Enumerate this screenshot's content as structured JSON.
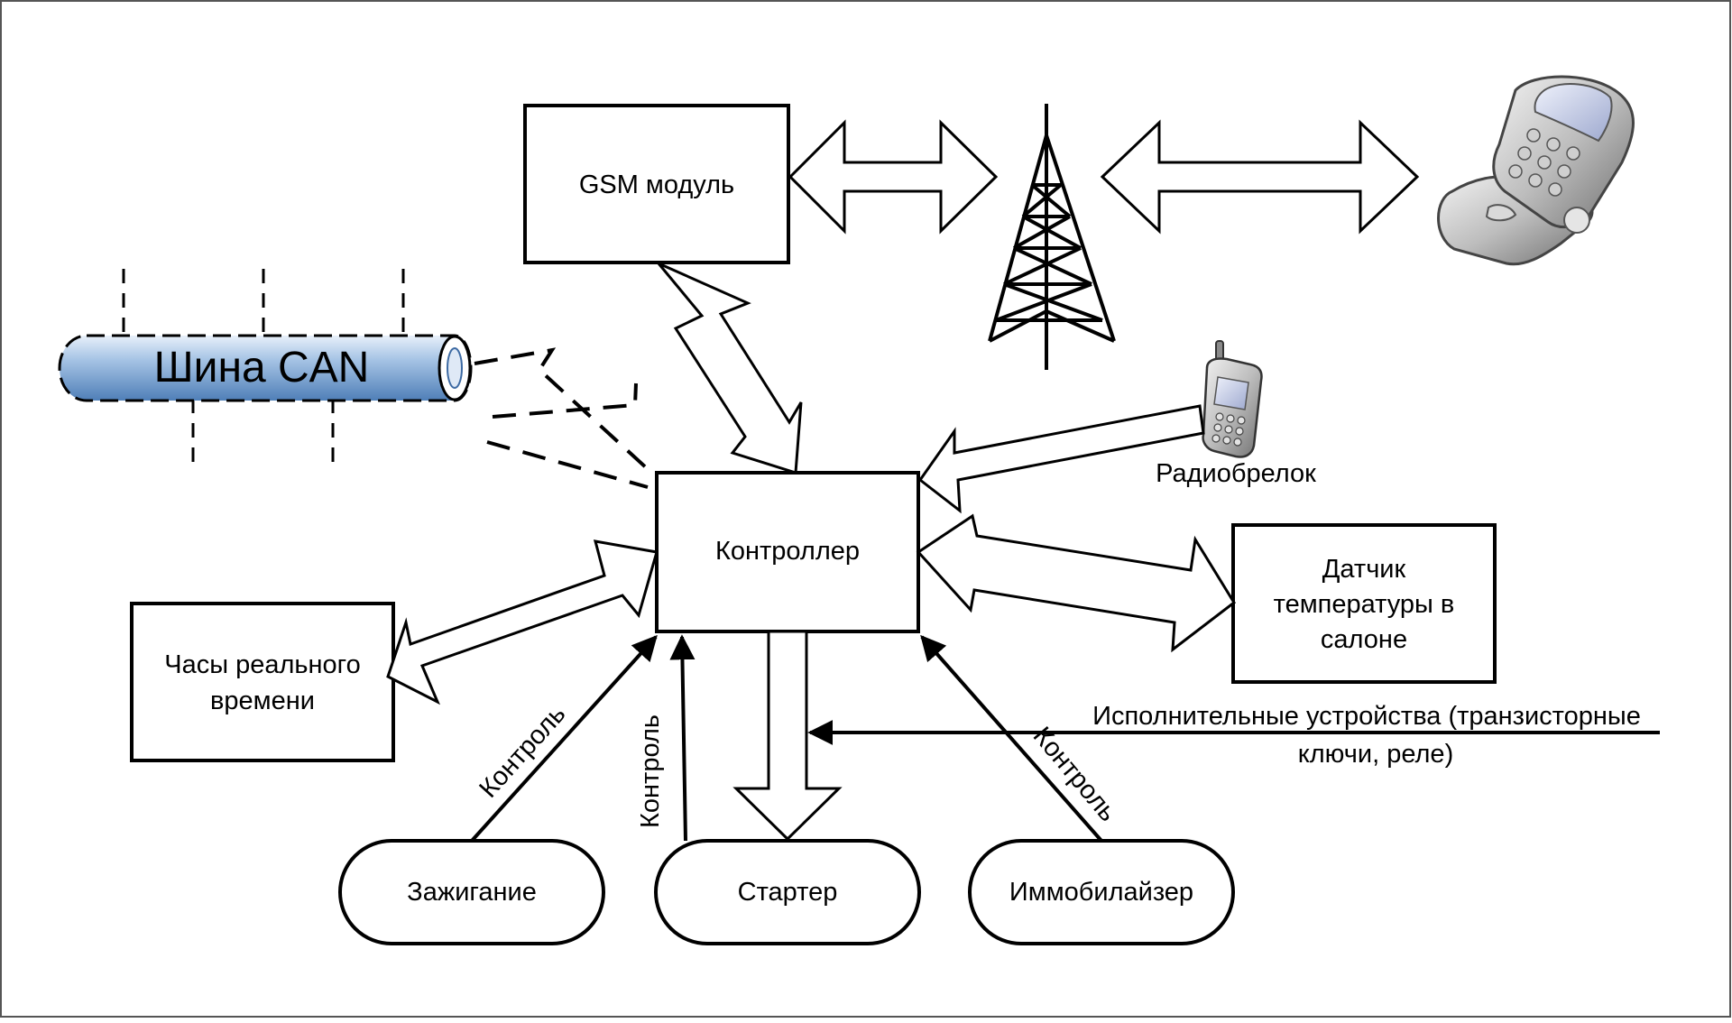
{
  "diagram": {
    "nodes": {
      "gsm": "GSM модуль",
      "can_bus": "Шина CAN",
      "controller": "Контроллер",
      "key_fob": "Радиобрелок",
      "temp_sensor": [
        "Датчик",
        "температуры в",
        "салоне"
      ],
      "rtc": [
        "Часы реального",
        "времени"
      ],
      "actuators": [
        "Исполнительные устройства (транзисторные",
        "ключи, реле)"
      ],
      "ignition": "Зажигание",
      "starter": "Стартер",
      "immobilizer": "Иммобилайзер"
    },
    "edge_labels": {
      "ignition_control": "Контроль",
      "starter_control": "Контроль",
      "immobilizer_control": "Контроль"
    },
    "colors": {
      "can_bus_light": "#c8dcf0",
      "can_bus_dark": "#5b8fc9",
      "phone_body": "#b8b8b8",
      "phone_screen": "#c9cfe6"
    },
    "icons": [
      "radio-tower-icon",
      "mobile-phone-icon",
      "key-fob-phone-icon"
    ]
  }
}
